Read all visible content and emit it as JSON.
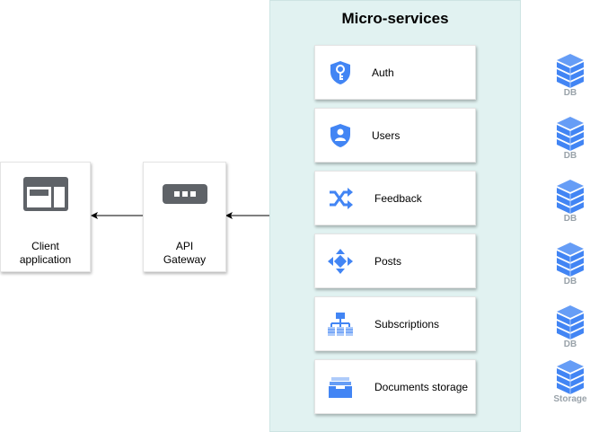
{
  "client": {
    "line1": "Client",
    "line2": "application"
  },
  "gateway": {
    "line1": "API",
    "line2": "Gateway"
  },
  "microservices": {
    "title": "Micro-services",
    "services": [
      {
        "label": "Auth",
        "icon": "key-shield-icon"
      },
      {
        "label": "Users",
        "icon": "user-shield-icon"
      },
      {
        "label": "Feedback",
        "icon": "shuffle-icon"
      },
      {
        "label": "Posts",
        "icon": "arrows-move-icon"
      },
      {
        "label": "Subscriptions",
        "icon": "hierarchy-icon"
      },
      {
        "label": "Documents storage",
        "icon": "inbox-tray-icon"
      }
    ]
  },
  "stores": [
    {
      "label": "DB"
    },
    {
      "label": "DB"
    },
    {
      "label": "DB"
    },
    {
      "label": "DB"
    },
    {
      "label": "DB"
    },
    {
      "label": "Storage"
    }
  ],
  "colors": {
    "panel": "#e1f2f1",
    "icon_blue": "#4285f4",
    "icon_gray": "#5f6368",
    "db_label": "#9aa3aa"
  }
}
